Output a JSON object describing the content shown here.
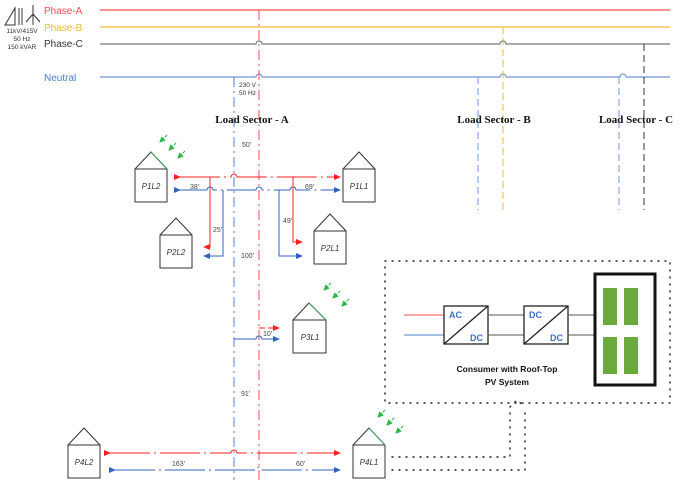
{
  "source": {
    "rating_lines": [
      "11kV/415V",
      "50 Hz",
      "150 kVAR"
    ]
  },
  "buses": [
    {
      "name": "Phase-A",
      "color": "#ff4b4b"
    },
    {
      "name": "Phase-B",
      "color": "#f4b92e"
    },
    {
      "name": "Phase-C",
      "color": "#333333"
    },
    {
      "name": "Neutral",
      "color": "#4a7fd0"
    }
  ],
  "tap_label": [
    "230 V",
    "50 Hz"
  ],
  "sectors": [
    {
      "name": "Load Sector - A"
    },
    {
      "name": "Load Sector - B"
    },
    {
      "name": "Load Sector - C"
    }
  ],
  "houses": [
    {
      "id": "P1L2"
    },
    {
      "id": "P1L1"
    },
    {
      "id": "P2L2"
    },
    {
      "id": "P2L1"
    },
    {
      "id": "P3L1"
    },
    {
      "id": "P4L2"
    },
    {
      "id": "P4L1"
    }
  ],
  "distances": {
    "d50": "50'",
    "d38": "38'",
    "d69": "69'",
    "d25": "25'",
    "d49": "49'",
    "d100": "100'",
    "d10": "10'",
    "d91": "91'",
    "d163": "163'",
    "d60": "60'"
  },
  "pv_system": {
    "converter1": {
      "in": "AC",
      "out": "DC"
    },
    "converter2": {
      "in": "DC",
      "out": "DC"
    },
    "caption": [
      "Consumer with Roof-Top",
      "PV System"
    ],
    "panel_color": "#6aaa3c"
  }
}
